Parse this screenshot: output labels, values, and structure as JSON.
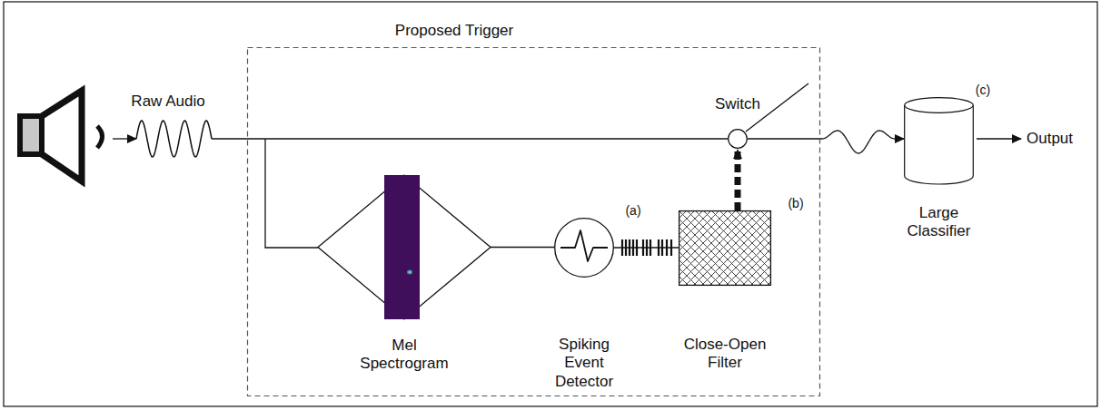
{
  "diagram": {
    "nodes": [
      {
        "text": [
          "Proposed Trigger"
        ]
      },
      {
        "text": [
          "Mel Spectrogram"
        ],
        "in": 0
      },
      {
        "text": [
          "Spiking Event Detector"
        ],
        "in": 0
      },
      {
        "text": [
          "Close-Open Filter"
        ],
        "in": 0
      },
      {
        "text": [
          "Switch"
        ],
        "in": 0
      },
      {
        "text": [
          "Large Classifier"
        ]
      }
    ],
    "edges": [
      {
        "from": 1,
        "to": 2,
        "arrow": "none"
      },
      {
        "from": 2,
        "to": 3,
        "arrow": "none"
      },
      {
        "from": 3,
        "to": 4,
        "arrow": "to"
      },
      {
        "from": 4,
        "to": 5,
        "arrow": "to"
      }
    ],
    "labels": [
      "Raw Audio",
      "(a)",
      "(b)",
      "(c)",
      "Output"
    ]
  }
}
